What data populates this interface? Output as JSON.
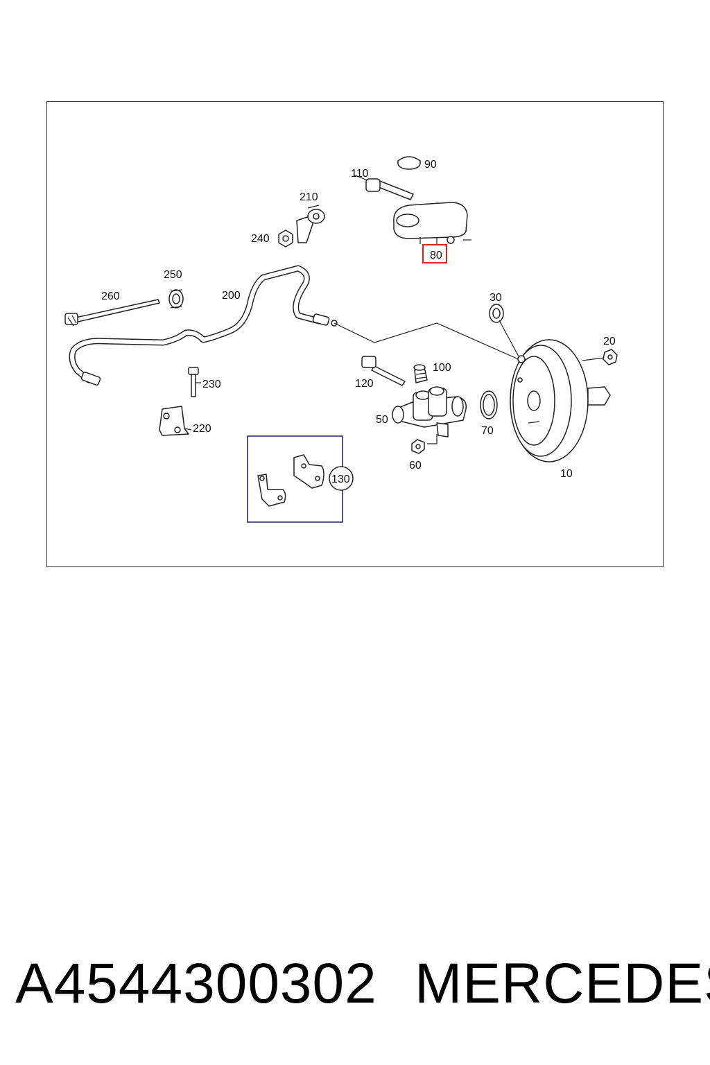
{
  "diagram": {
    "callouts": {
      "c10": "10",
      "c20": "20",
      "c30": "30",
      "c50": "50",
      "c60": "60",
      "c70": "70",
      "c80": "80",
      "c90": "90",
      "c100": "100",
      "c110": "110",
      "c120": "120",
      "c130": "130",
      "c200": "200",
      "c210": "210",
      "c220": "220",
      "c230": "230",
      "c240": "240",
      "c250": "250",
      "c260": "260"
    },
    "highlighted_callout": "80",
    "highlight_color": "#e02020",
    "line_color": "#222222",
    "inset_border_color": "#1a1a6e"
  },
  "footer": {
    "part_number": "A4544300302",
    "brand": "MERCEDES"
  }
}
